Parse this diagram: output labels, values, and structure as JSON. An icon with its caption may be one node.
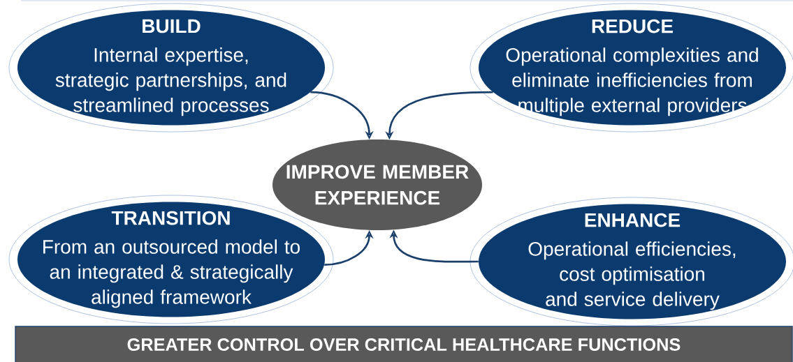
{
  "diagram": {
    "nodes": [
      {
        "text": [
          "BUILD",
          "Internal expertise, strategic partnerships, and streamlined processes"
        ]
      },
      {
        "text": [
          "REDUCE",
          "Operational complexities and eliminate inefficiencies from multiple external providers"
        ]
      },
      {
        "text": [
          "IMPROVE MEMBER EXPERIENCE"
        ]
      },
      {
        "text": [
          "TRANSITION",
          "From an outsourced model to an integrated & strategically aligned framework"
        ]
      },
      {
        "text": [
          "ENHANCE",
          "Operational efficiencies, cost optimisation and service delivery"
        ]
      },
      {
        "text": [
          "GREATER CONTROL OVER CRITICAL HEALTHCARE FUNCTIONS"
        ]
      }
    ],
    "edges": [
      {
        "from": 0,
        "to": 2,
        "arrow": "to"
      },
      {
        "from": 1,
        "to": 2,
        "arrow": "to"
      },
      {
        "from": 3,
        "to": 2,
        "arrow": "to"
      },
      {
        "from": 4,
        "to": 2,
        "arrow": "to"
      }
    ]
  }
}
